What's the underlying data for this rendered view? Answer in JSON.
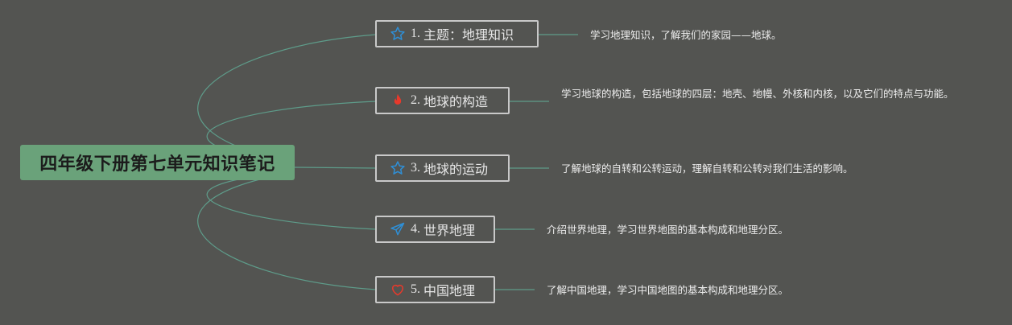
{
  "root": {
    "title": "四年级下册第七单元知识笔记"
  },
  "topics": [
    {
      "number": "1.",
      "title": "主题：地理知识",
      "icon": "star-icon",
      "icon_color": "#2f8fd6",
      "note": "学习地理知识，了解我们的家园——地球。"
    },
    {
      "number": "2.",
      "title": "地球的构造",
      "icon": "fire-icon",
      "icon_color": "#e8392b",
      "note": "学习地球的构造，包括地球的四层：地壳、地幔、外核和内核，以及它们的特点与功能。"
    },
    {
      "number": "3.",
      "title": "地球的运动",
      "icon": "star-icon",
      "icon_color": "#2f8fd6",
      "note": "了解地球的自转和公转运动，理解自转和公转对我们生活的影响。"
    },
    {
      "number": "4.",
      "title": "世界地理",
      "icon": "paper-plane-icon",
      "icon_color": "#2f8fd6",
      "note": "介绍世界地理，学习世界地图的基本构成和地理分区。"
    },
    {
      "number": "5.",
      "title": "中国地理",
      "icon": "heart-icon",
      "icon_color": "#e8392b",
      "note": "了解中国地理，学习中国地图的基本构成和地理分区。"
    }
  ],
  "colors": {
    "background": "#535451",
    "root": "#6aa27a",
    "connector": "#5e9c8a"
  }
}
